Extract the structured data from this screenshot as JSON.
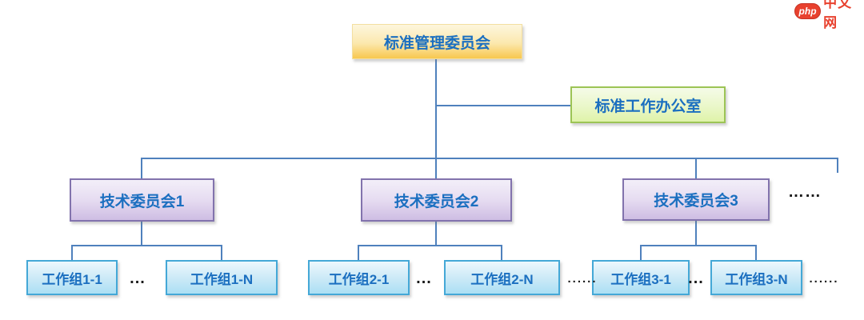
{
  "brand": {
    "logo_badge": "php",
    "logo_text": "中文网",
    "logo_color": "#e8412e"
  },
  "diagram": {
    "type": "org-chart",
    "root": {
      "label": "标准管理委员会"
    },
    "office": {
      "label": "标准工作办公室"
    },
    "committees": [
      {
        "label": "技术委员会1",
        "workgroups": [
          "工作组1-1",
          "工作组1-N"
        ]
      },
      {
        "label": "技术委员会2",
        "workgroups": [
          "工作组2-1",
          "工作组2-N"
        ]
      },
      {
        "label": "技术委员会3",
        "workgroups": [
          "工作组3-1",
          "工作组3-N"
        ]
      }
    ],
    "ellipsis": {
      "more_committees": "……",
      "between_workgroups": "...",
      "more_workgroups": "......"
    },
    "colors": {
      "connector": "#4f81bd",
      "label_text": "#1b6fc0",
      "root_fill_top": "#fdf6dd",
      "root_fill_bottom": "#f8c74e",
      "office_border": "#9cc455",
      "office_fill_top": "#f5fbe8",
      "office_fill_bottom": "#dff3a9",
      "committee_border": "#8273ad",
      "committee_fill_top": "#f3eff9",
      "committee_fill_bottom": "#cebde3",
      "workgroup_border": "#44a8d7",
      "workgroup_fill_top": "#edf8fd",
      "workgroup_fill_bottom": "#abdff4",
      "ellipsis_text": "#1a1a1a"
    }
  }
}
